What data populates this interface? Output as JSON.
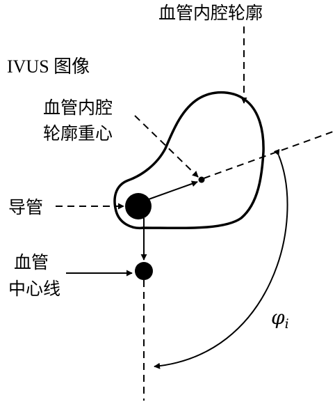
{
  "labels": {
    "lumen_contour": "血管内腔轮廓",
    "ivus_image": "IVUS 图像",
    "centroid_line1": "血管内腔",
    "centroid_line2": "轮廓重心",
    "catheter": "导管",
    "vessel_line1": "血管",
    "vessel_line2": "中心线",
    "angle_symbol": "φ",
    "angle_subscript": "i"
  }
}
